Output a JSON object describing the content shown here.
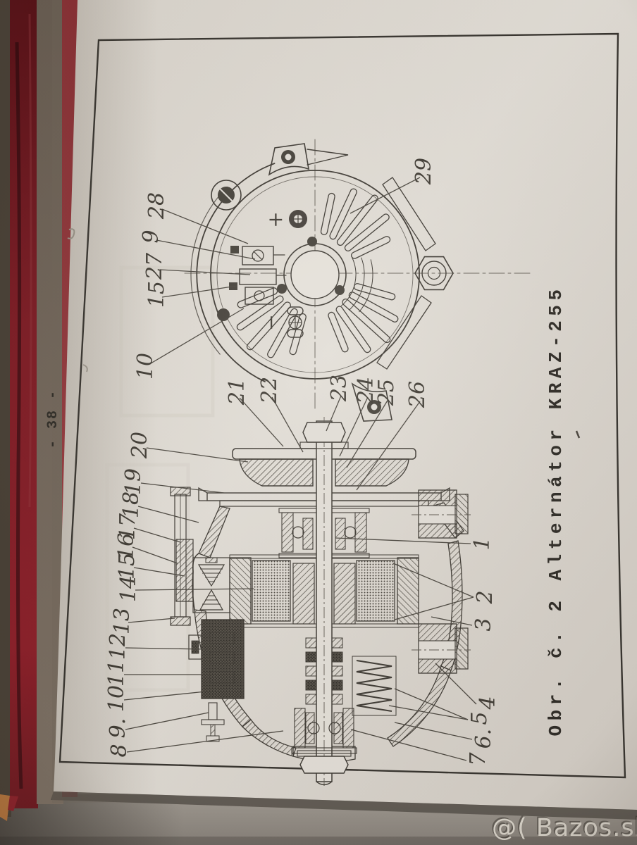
{
  "photo": {
    "watermark": "@( Bazos.sk",
    "colors": {
      "book_cover_red": "#8a1f29",
      "cover_brown": "#6e6358",
      "page_paper": "#ded9d1",
      "table_surface": "#9b958d",
      "ink": "#3b3733"
    }
  },
  "page": {
    "page_number": "- 38 -",
    "caption": "Obr. č. 2 Alternátor KRAZ-255"
  },
  "figure": {
    "end_view": {
      "terminal_plus": "+",
      "terminal_minus": "−",
      "labels": [
        "28",
        "9",
        "27",
        "15",
        "10",
        "29"
      ]
    },
    "cross_section": {
      "top_labels": [
        "21",
        "22",
        "23",
        "24",
        "25",
        "26"
      ],
      "left_labels": [
        "20",
        "19",
        "18",
        "17",
        "16",
        "15",
        "14",
        "13",
        "12",
        "11",
        "10",
        "9.",
        "8"
      ],
      "right_labels": [
        "1",
        "2",
        "3",
        "4",
        "5",
        "6.",
        "7"
      ]
    }
  }
}
